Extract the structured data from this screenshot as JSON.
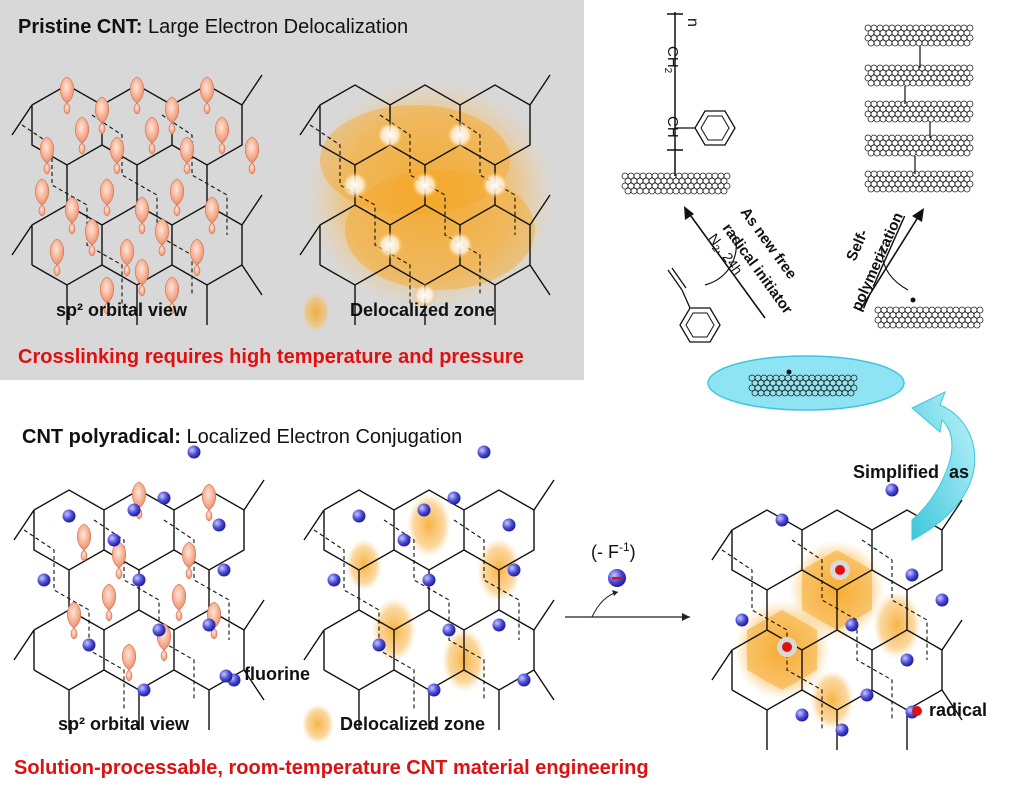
{
  "pristine": {
    "title_bold": "Pristine CNT:",
    "title_rest": " Large Electron Delocalization",
    "orbital_label": "sp² orbital view",
    "deloc_label": "Delocalized zone",
    "caption": "Crosslinking requires high temperature and pressure"
  },
  "polyradical": {
    "title_bold": "CNT polyradical:",
    "title_rest": " Localized Electron Conjugation",
    "fluorine_label": "fluorine",
    "orbital_label": "sp² orbital view",
    "deloc_label": "Delocalized zone",
    "caption": "Solution-processable, room-temperature CNT material engineering",
    "loss_label": "(- F",
    "loss_sup": "-1",
    "loss_close": ")",
    "radical_label": "radical"
  },
  "scheme": {
    "simplified_label": "Simplified  as",
    "initiator_line1": "As new free",
    "initiator_line2": "radical initiator",
    "conditions_a": "N",
    "conditions_sub": "2",
    "conditions_b": ", 24h",
    "selfpoly_line1": "Self-",
    "selfpoly_line2": "polymerization",
    "polymer_n": "n",
    "ch_label": "CH",
    "ch2_label": "CH",
    "ch2_sub": "2"
  },
  "colors": {
    "panel_bg": "#d8d8d8",
    "red_text": "#e01010",
    "orbital": "#f5a98a",
    "deloc": "#f6a623",
    "fluorine": "#4a4ad8",
    "ellipse": "#8ee4f2",
    "arrow_cyan": "#4fd3e6",
    "radical_dot": "#e01010"
  }
}
